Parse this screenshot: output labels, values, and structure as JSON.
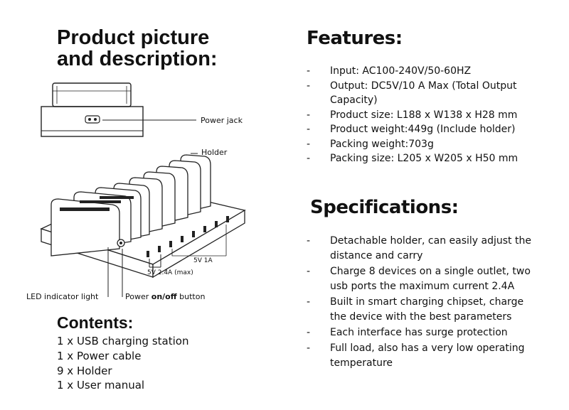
{
  "left": {
    "title_line1": "Product picture",
    "title_line2": "and description:",
    "labels": {
      "power_jack": "Power jack",
      "holder": "Holder",
      "port_5v_1a": "5V 1A",
      "port_5v_24a": "5V 2.4A (max)",
      "led_indicator": "LED indicator light",
      "power_btn_prefix": "Power ",
      "power_btn_bold": "on/off",
      "power_btn_suffix": " button"
    },
    "contents_title": "Contents:",
    "contents": [
      "1 x USB charging station",
      "1 x Power cable",
      "9 x Holder",
      "1 x User manual"
    ]
  },
  "features": {
    "title": "Features:",
    "items": [
      "Input: AC100-240V/50-60HZ",
      "Output: DC5V/10 A Max (Total Output Capacity)",
      "Product size: L188 x W138 x H28 mm",
      "Product weight:449g (Include holder)",
      "Packing weight:703g",
      "Packing size: L205 x W205 x H50 mm"
    ]
  },
  "specifications": {
    "title": "Specifications:",
    "items": [
      "Detachable holder, can easily adjust the distance and carry",
      "Charge 8 devices on a single outlet, two usb ports the maximum current  2.4A",
      "Built in smart charging chipset, charge the device with the best parameters",
      "Each interface has surge protection",
      "Full load, also has a very low operating temperature"
    ]
  },
  "bullet": "-"
}
